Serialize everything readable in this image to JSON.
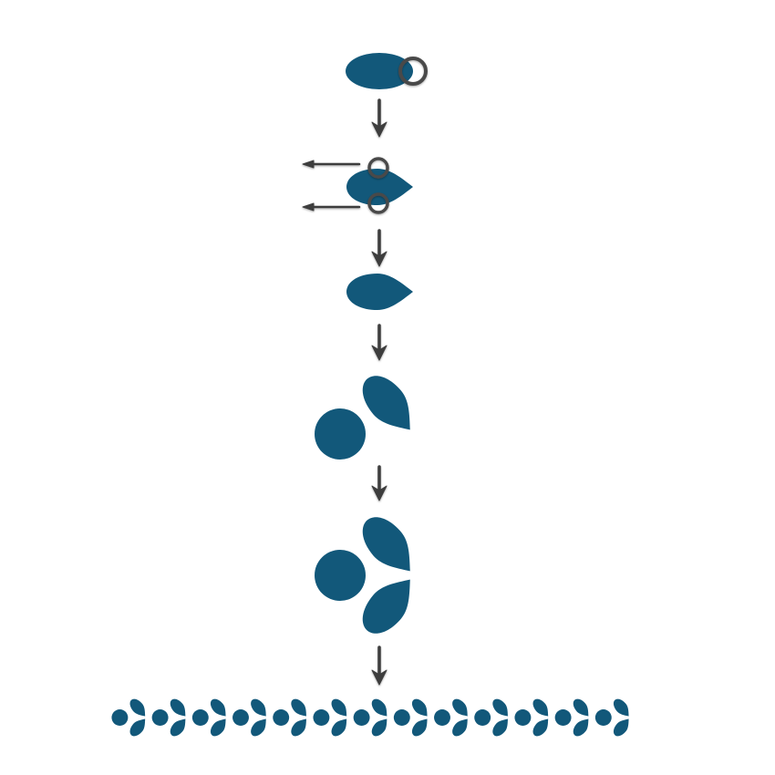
{
  "diagram": {
    "kind": "pattern-construction-steps",
    "steps": [
      {
        "id": "step-1",
        "description_shape": "ellipse-with-anchor-point"
      },
      {
        "id": "step-2",
        "description_shape": "ellipse-with-converted-point-and-two-handles"
      },
      {
        "id": "step-3",
        "description_shape": "teardrop"
      },
      {
        "id": "step-4",
        "description_shape": "circle-and-rotated-teardrop"
      },
      {
        "id": "step-5",
        "description_shape": "circle-and-two-mirrored-teardrops"
      },
      {
        "id": "step-6",
        "description_shape": "repeated-motif-row",
        "repeat_count": 13
      }
    ],
    "colors": {
      "shape_fill": "#12587A",
      "arrow": "#3d3d3d",
      "anchor_ring": "#4a4a4a",
      "background": "#ffffff"
    }
  }
}
